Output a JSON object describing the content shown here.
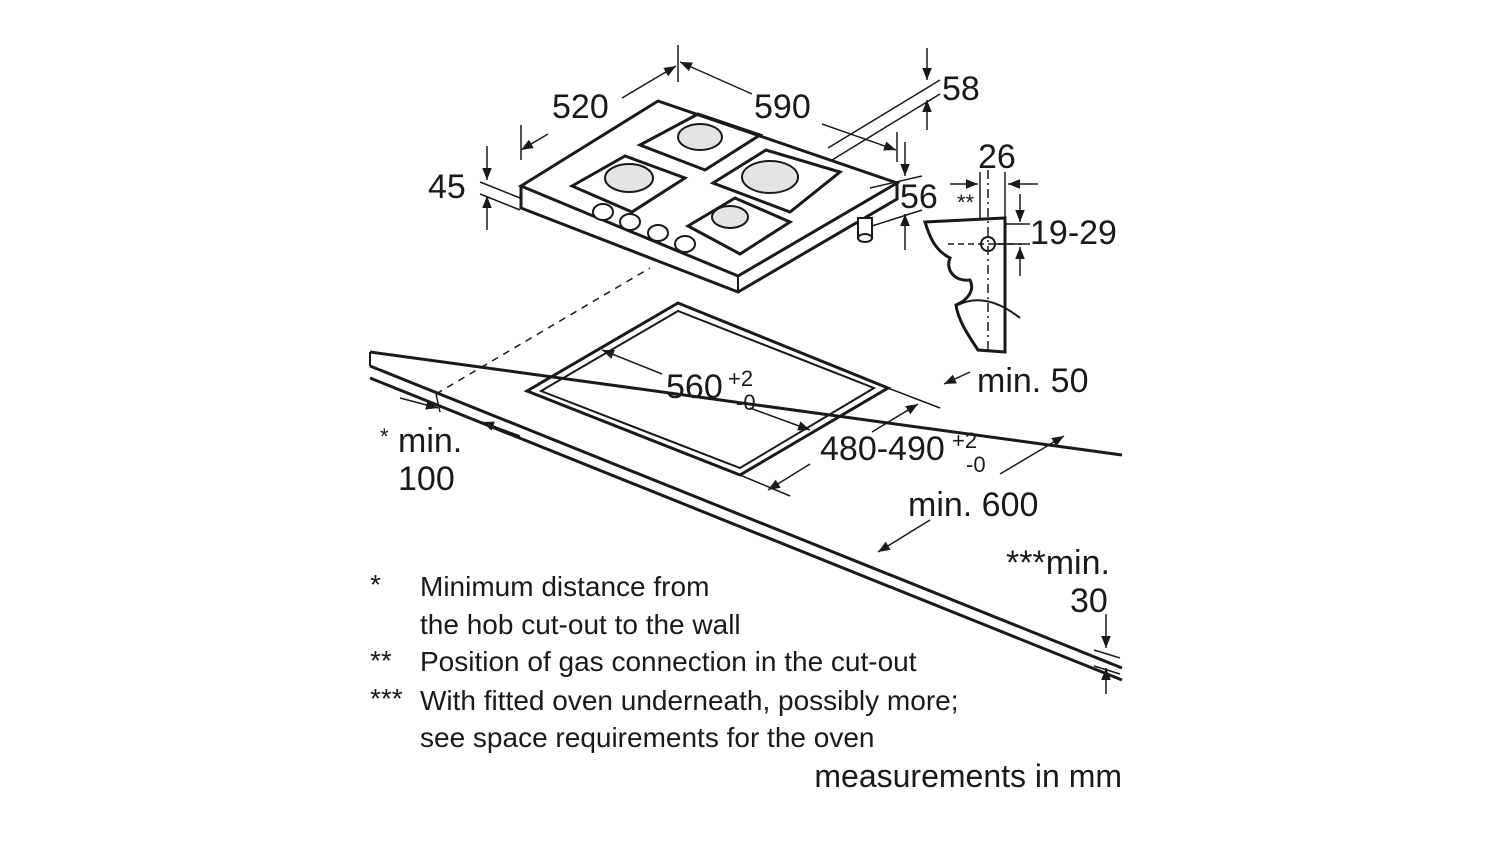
{
  "dimensions": {
    "width_520": "520",
    "width_590": "590",
    "depth_58": "58",
    "height_45": "45",
    "height_56": "56",
    "gas_26": "26",
    "gas_double_star": "**",
    "gas_19_29": "19-29",
    "cutout_560_base": "560",
    "cutout_560_plus": "+2",
    "cutout_560_minus": "-0",
    "cutout_480_base": "480-490",
    "cutout_480_plus": "+2",
    "cutout_480_minus": "-0",
    "min_50": "min. 50",
    "min_100_star": "*",
    "min_100_line1": "min.",
    "min_100_line2": "100",
    "min_600": "min. 600",
    "min_30_line1": "***min.",
    "min_30_line2": "30"
  },
  "notes": [
    {
      "marker": "*",
      "lines": [
        "Minimum distance from",
        "the hob cut-out to the wall"
      ]
    },
    {
      "marker": "**",
      "lines": [
        "Position of gas connection in the cut-out"
      ]
    },
    {
      "marker": "***",
      "lines": [
        "With fitted oven underneath, possibly more;",
        "see space requirements for the oven"
      ]
    }
  ],
  "units_label": "measurements in mm"
}
